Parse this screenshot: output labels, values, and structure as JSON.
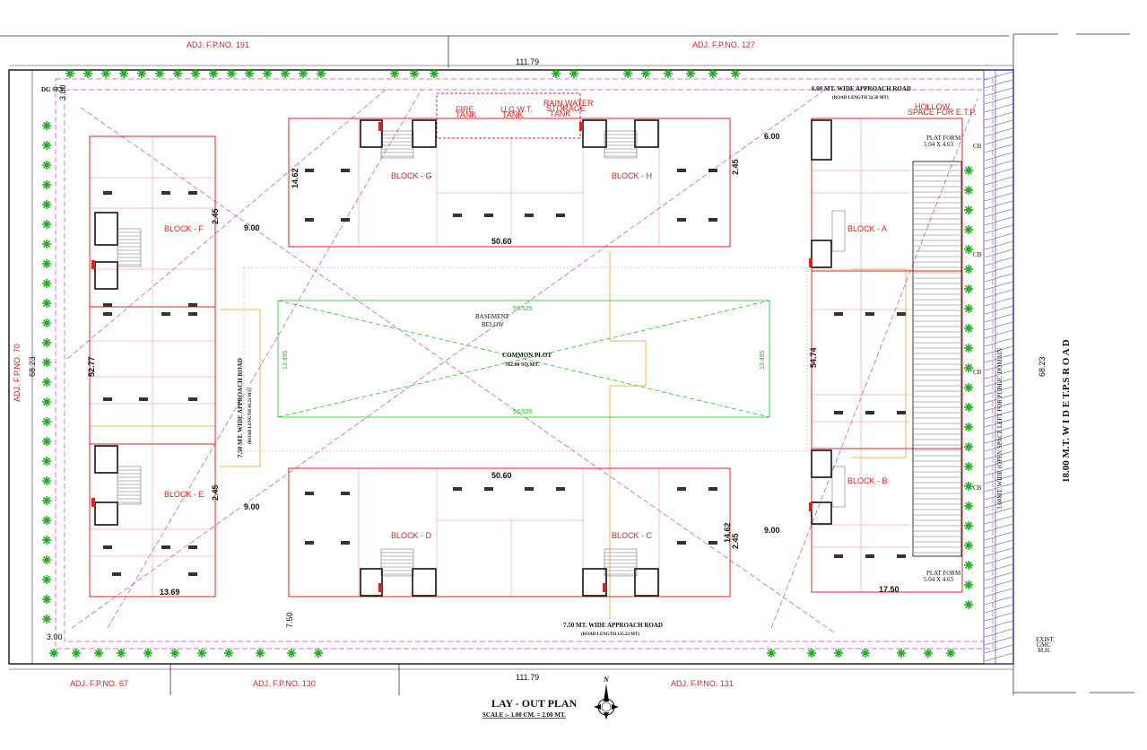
{
  "adjacent": {
    "top_left": "ADJ.  F.P.NO. 191",
    "top_right": "ADJ.  F.P.NO. 127",
    "left": "ADJ.  F.P.NO. 70",
    "bottom_1": "ADJ.  F.P.NO. 67",
    "bottom_2": "ADJ.  F.P.NO. 130",
    "bottom_3": "ADJ.  F.P.NO. 131"
  },
  "dimensions": {
    "top_width": "111.79",
    "bottom_width": "111.79",
    "left_height": "68.23",
    "right_height": "68.23",
    "common_plot_length_top": "56.525",
    "common_plot_length_bottom": "56.525",
    "common_plot_width_left": "13.495",
    "common_plot_width_right": "13.495",
    "block_gh_width": "50.60",
    "block_dc_width": "50.60",
    "block_gh_depth": "14.62",
    "block_dc_depth": "14.62",
    "left_strip": "52.77",
    "right_strip": "54.74",
    "left_gap": "9.00",
    "left_gap_2": "9.00",
    "bottom_left": "13.69",
    "bottom_right": "17.50",
    "setback_245_a": "2.45",
    "setback_245_b": "2.45",
    "setback_245_c": "2.45",
    "setback_245_d": "2.45",
    "setback_600": "6.00",
    "setback_900": "9.00",
    "setback_750": "7.50",
    "setback_300": "3.00",
    "setback_300_v": "3.00"
  },
  "roads": {
    "top_road": "6.00 MT. WIDE APPROACH ROAD",
    "top_road_len": "(ROAD LENGTH 32.50 MT)",
    "bottom_road": "7.50 MT. WIDE APPROACH ROAD",
    "bottom_road_len": "(ROAD LENGTH 135.22 MT)",
    "left_road": "7.50 MT. WIDE APPROACH ROAD",
    "left_road_len": "(ROAD LENGTH 43.22 MT)",
    "tps_road": "18.00  M.T.  W I D E  T.P.S  R O A D",
    "open_space": "3.00MT. WIDE (OPEN SPACE LEFT FOR PUBLIC DOMAIN"
  },
  "labels": {
    "dg_set": "DG SET",
    "basement": "BASEMENT",
    "basement_2": "BELOW",
    "common_plot": "COMMON PLOT",
    "common_plot_area": "762.80 SQ.MT.",
    "fire_tank": "FIRE",
    "fire_tank_2": "TANK",
    "ugwt": "U.G.W.T.",
    "ugwt_2": "TANK",
    "rain_water": "RAIN WATER",
    "rain_water_2": "STORAGE",
    "rain_water_3": "TANK",
    "hollow_space": "HOLLOW",
    "hollow_space_2": "SPACE FOR E.T.P.",
    "plat_form_top": "PLAT FORM",
    "plat_form_top_2": "5.04 X 4.63",
    "plat_form_bottom": "PLAT FORM",
    "plat_form_bottom_2": "5.04 X 4.63",
    "cb": "CB",
    "exist_1": "EXIST.",
    "exist_2": "GMC",
    "exist_3": "M.H."
  },
  "blocks": {
    "block_a": "BLOCK - A",
    "block_b": "BLOCK - B",
    "block_c": "BLOCK - C",
    "block_d": "BLOCK - D",
    "block_e": "BLOCK - E",
    "block_f": "BLOCK - F",
    "block_g": "BLOCK - G",
    "block_h": "BLOCK - H"
  },
  "title": {
    "plan": "LAY - OUT PLAN",
    "scale": "SCALE :- 1.00 CM. = 2.00 MT.",
    "north": "N"
  },
  "colors": {
    "boundary": "#111111",
    "setback": "#e02020",
    "magenta": "#d040d0",
    "green": "#20c020",
    "orange": "#f0a020",
    "blue": "#3040c0"
  }
}
